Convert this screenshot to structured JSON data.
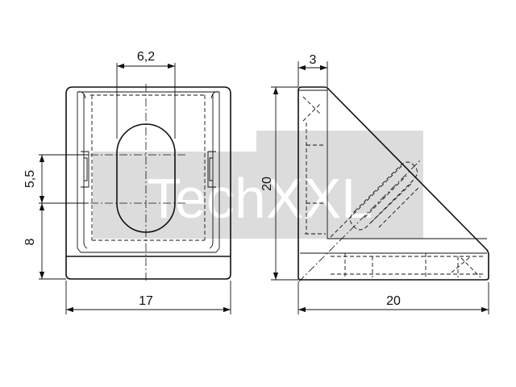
{
  "watermark": {
    "text": "TechXXL",
    "color": "#dcdcdc"
  },
  "front_view": {
    "dim_top": "6,2",
    "dim_left_upper": "5,5",
    "dim_left_lower": "8",
    "dim_bottom": "17"
  },
  "side_view": {
    "dim_top": "3",
    "dim_left": "20",
    "dim_bottom": "20"
  },
  "colors": {
    "line": "#111111",
    "background": "#ffffff"
  }
}
